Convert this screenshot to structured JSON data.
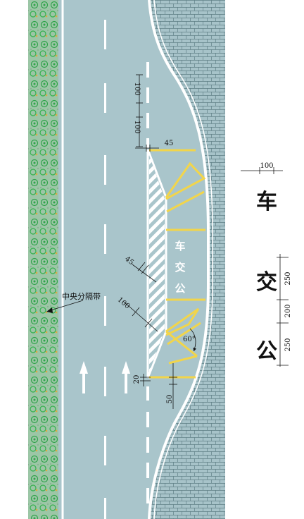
{
  "median": {
    "label": "中央分隔带"
  },
  "bus_marking": {
    "chars": [
      "车",
      "交",
      "公"
    ]
  },
  "dimensions": {
    "seg_100_top": "100",
    "seg_100_mid": "100",
    "width_45_top": "45",
    "width_45_left": "45",
    "width_100_left": "100",
    "angle": "60°",
    "offset_20": "20",
    "offset_50": "50"
  },
  "legend": {
    "width_label": "100",
    "glyphs": [
      "车",
      "交",
      "公"
    ],
    "height_1": "250",
    "gap": "200",
    "height_2": "250"
  },
  "colors": {
    "road": "#a9c5cb",
    "median": "#9cc6a6",
    "paving": "#a7c3c9",
    "yellow": "#f2d54a",
    "white": "#ffffff"
  }
}
